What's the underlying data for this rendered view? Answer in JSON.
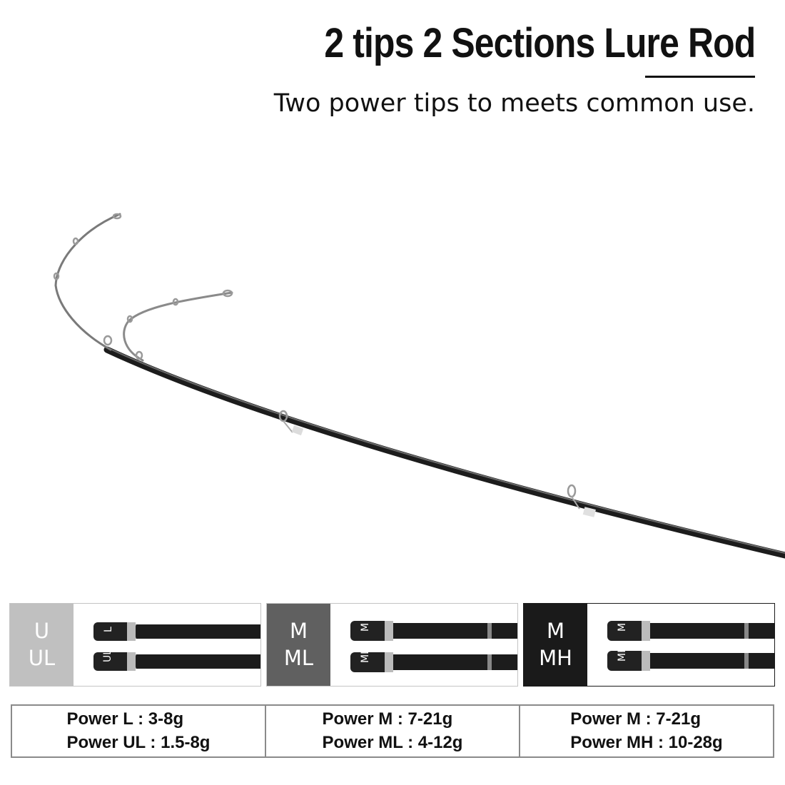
{
  "header": {
    "title": "2 tips 2 Sections Lure Rod",
    "subtitle": "Two power tips to meets common use."
  },
  "tips": [
    {
      "letters": [
        "U",
        "UL"
      ],
      "label_bg": "#c0c0c0",
      "tip_marks": [
        "L",
        "UL"
      ]
    },
    {
      "letters": [
        "M",
        "ML"
      ],
      "label_bg": "#606060",
      "tip_marks": [
        "M",
        "ML"
      ]
    },
    {
      "letters": [
        "M",
        "MH"
      ],
      "label_bg": "#1a1a1a",
      "tip_marks": [
        "M",
        "MH"
      ]
    }
  ],
  "powers": [
    {
      "line1": "Power L : 3-8g",
      "line2": "Power UL : 1.5-8g"
    },
    {
      "line1": "Power M : 7-21g",
      "line2": "Power ML : 4-12g"
    },
    {
      "line1": "Power M : 7-21g",
      "line2": "Power MH : 10-28g"
    }
  ],
  "colors": {
    "text": "#111111",
    "rod": "#1c1c1c",
    "border": "#8a8a8a"
  }
}
